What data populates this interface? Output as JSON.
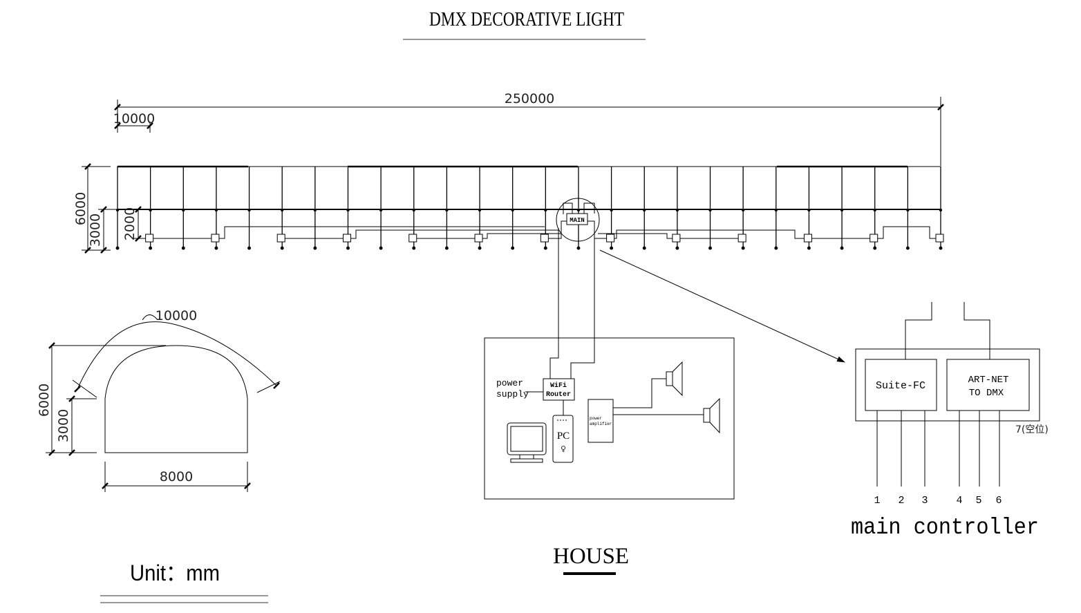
{
  "title": "DMX DECORATIVE LIGHT",
  "plan": {
    "total_length": "250000",
    "segment_length": "10000",
    "height_total": "6000",
    "height_lower": "3000",
    "height_wire": "2000",
    "main_label": "MAIN"
  },
  "arch": {
    "arc_length": "10000",
    "height_total": "6000",
    "height_wall": "3000",
    "width": "8000"
  },
  "house": {
    "title": "HOUSE",
    "power_supply": [
      "power",
      "supply"
    ],
    "router": [
      "WiFi",
      "Router"
    ],
    "pc": "PC",
    "pc_symbol": "♀",
    "amplifier": [
      "power",
      "amplifier"
    ]
  },
  "controller": {
    "title": "main controller",
    "suite_fc": "Suite-FC",
    "artnet": [
      "ART-NET",
      "TO DMX"
    ],
    "pin7": "7(空位)",
    "pins": [
      "1",
      "2",
      "3",
      "4",
      "5",
      "6"
    ]
  },
  "unit": "Unit：mm"
}
